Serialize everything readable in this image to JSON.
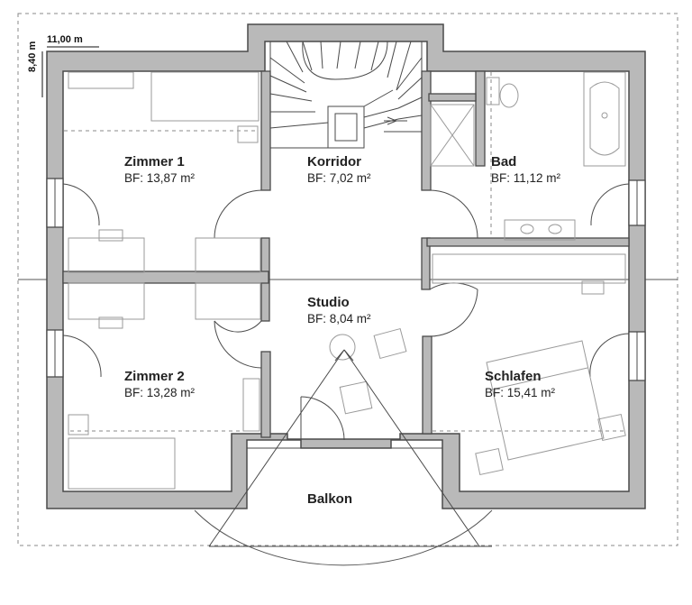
{
  "dimensions": {
    "width_label": "11,00 m",
    "depth_label": "8,40 m"
  },
  "rooms": {
    "zimmer1": {
      "name": "Zimmer 1",
      "area": "BF: 13,87 m²"
    },
    "korridor": {
      "name": "Korridor",
      "area": "BF: 7,02 m²"
    },
    "bad": {
      "name": "Bad",
      "area": "BF: 11,12 m²"
    },
    "studio": {
      "name": "Studio",
      "area": "BF: 8,04 m²"
    },
    "zimmer2": {
      "name": "Zimmer 2",
      "area": "BF: 13,28 m²"
    },
    "schlafen": {
      "name": "Schlafen",
      "area": "BF: 15,41 m²"
    },
    "balkon": {
      "name": "Balkon"
    }
  },
  "colors": {
    "wall_fill": "#b9b9b9",
    "wall_stroke": "#4a4a4a",
    "furniture": "#9a9a9a",
    "dashed": "#8a8a8a"
  }
}
